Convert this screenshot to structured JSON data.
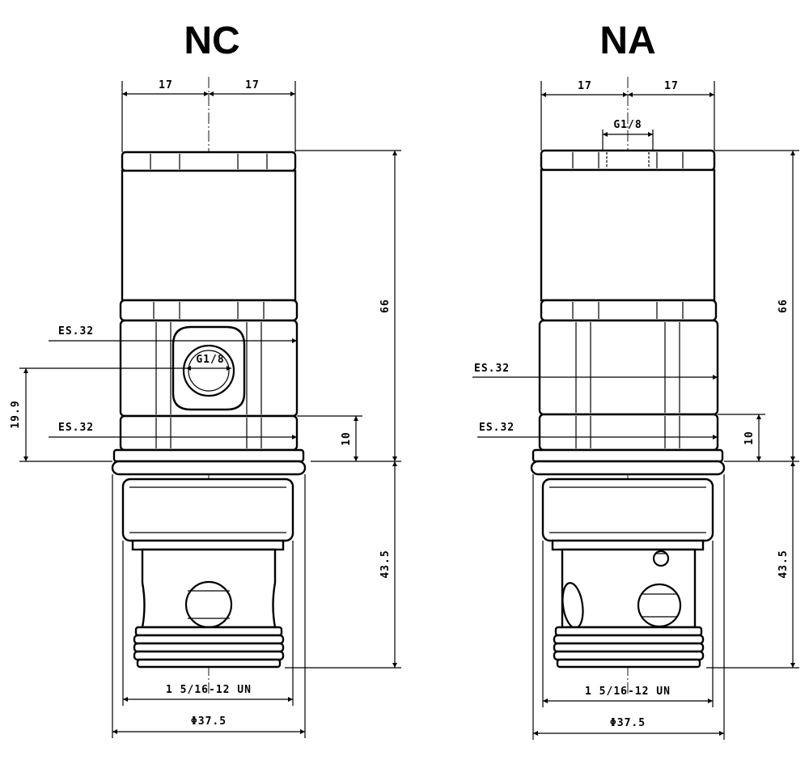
{
  "views": [
    {
      "title": "NC",
      "dim_hex_left": "17",
      "dim_hex_right": "17",
      "dim_port": "G1/8",
      "dim_es_upper": "ES.32",
      "dim_es_lower": "ES.32",
      "dim_height_top": "66",
      "dim_height_bottom": "43.5",
      "dim_offset_small": "10",
      "dim_offset_port": "19.9",
      "dim_thread": "1 5/16-12 UN",
      "dim_diameter": "Φ37.5"
    },
    {
      "title": "NA",
      "dim_hex_left": "17",
      "dim_hex_right": "17",
      "dim_port": "G1/8",
      "dim_es_upper": "ES.32",
      "dim_es_lower": "ES.32",
      "dim_height_top": "66",
      "dim_height_bottom": "43.5",
      "dim_offset_small": "10",
      "dim_thread": "1 5/16-12 UN",
      "dim_diameter": "Φ37.5"
    }
  ]
}
